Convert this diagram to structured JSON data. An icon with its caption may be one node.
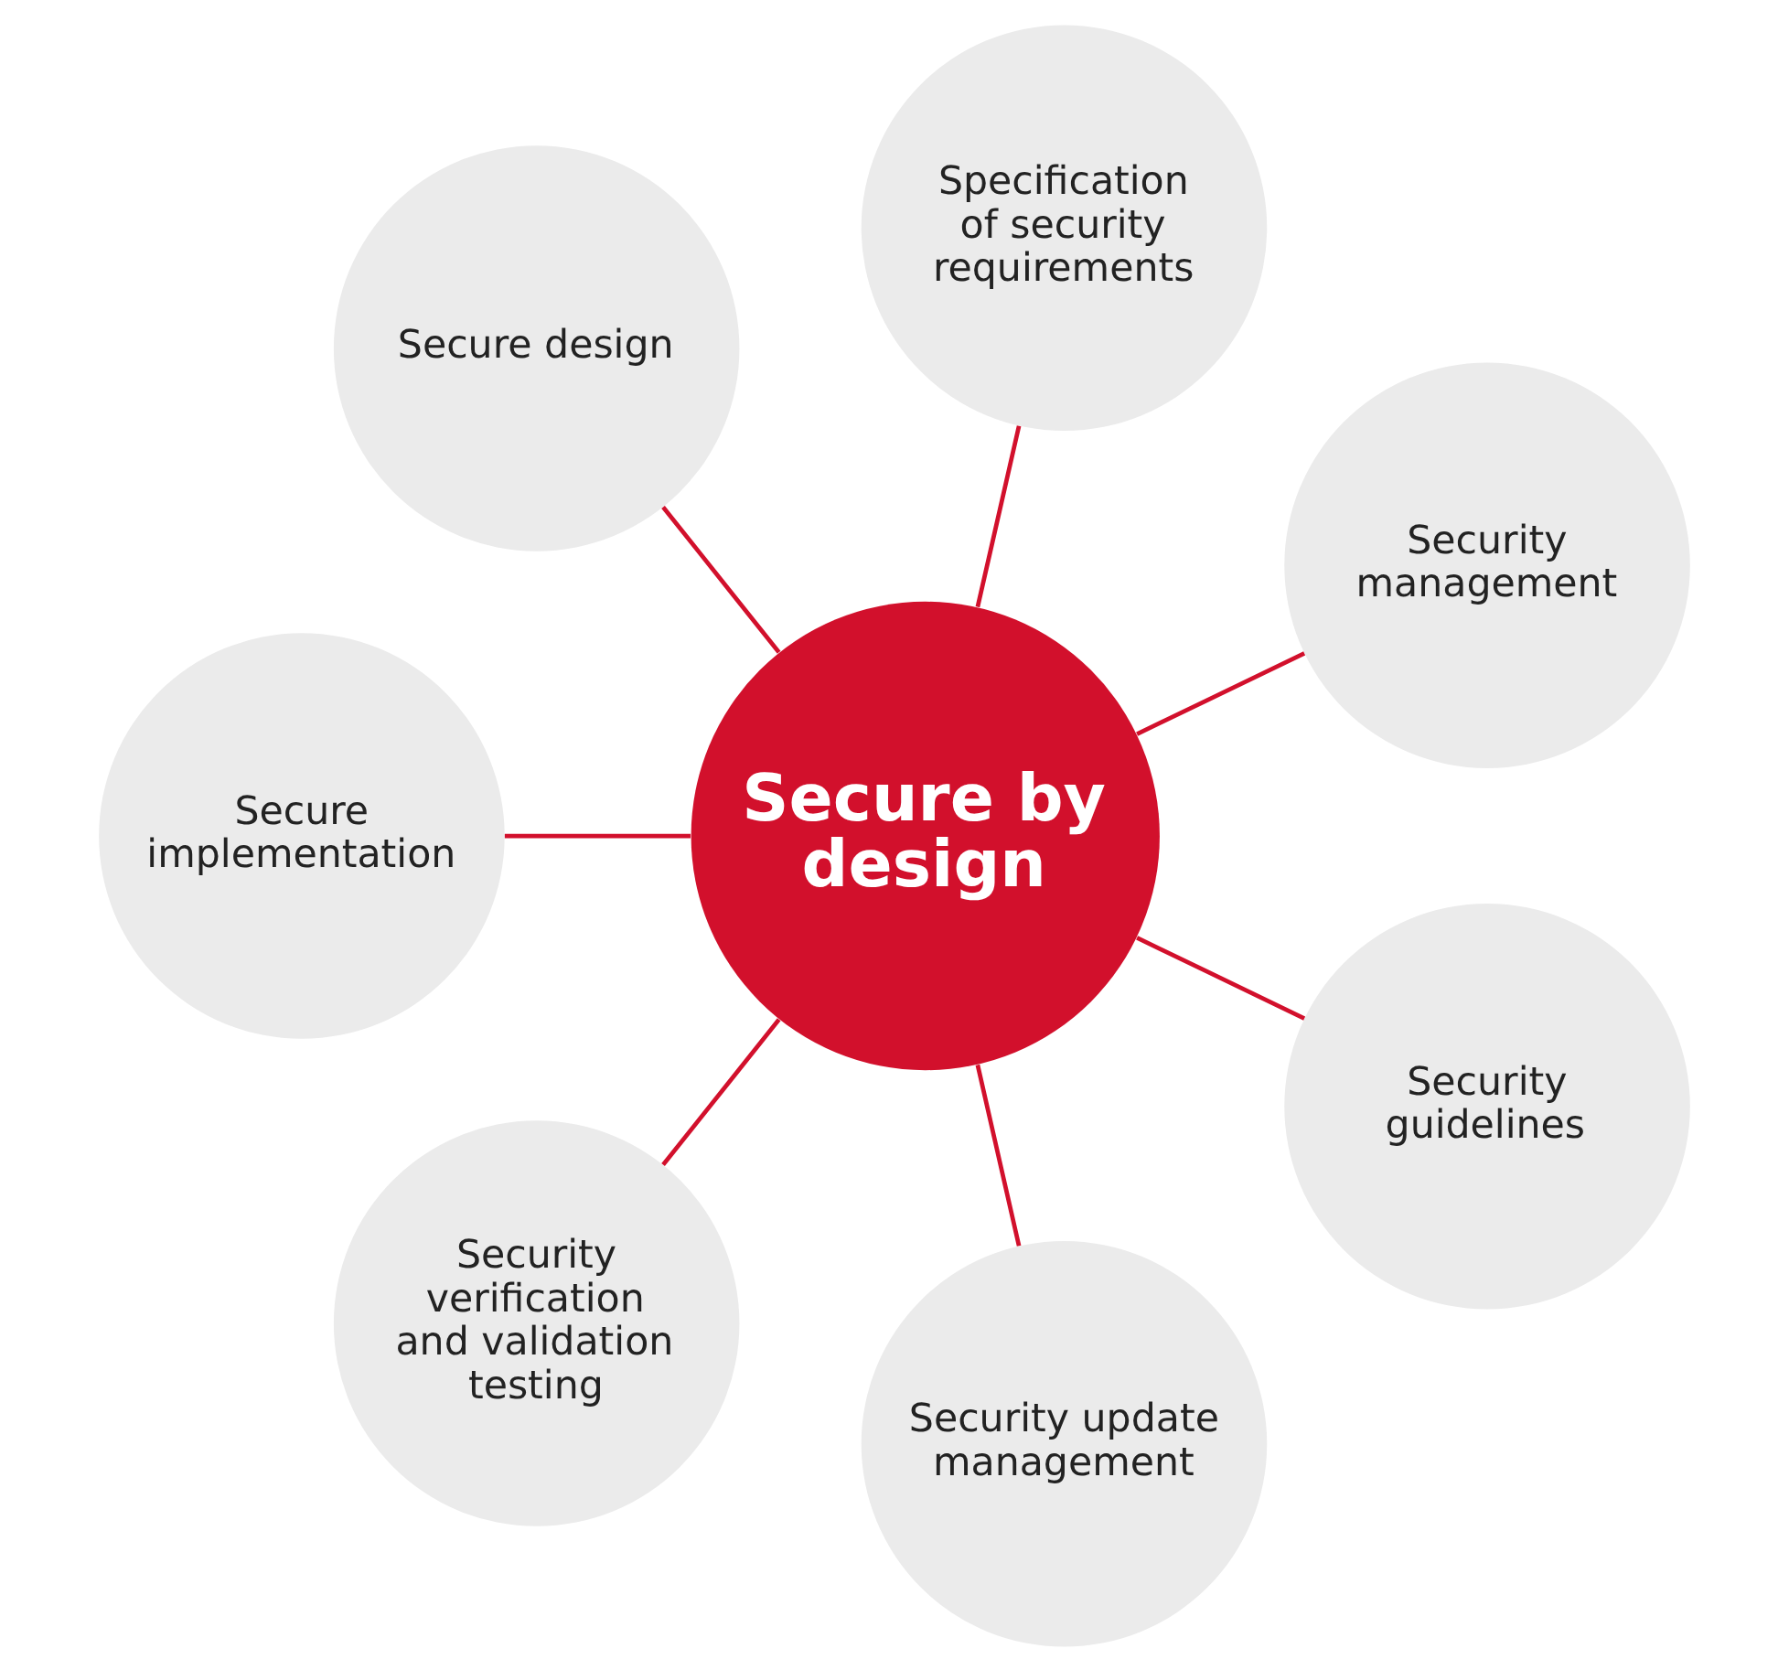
{
  "diagram": {
    "nodes": [
      {
        "text": [
          "Secure by design"
        ]
      },
      {
        "text": [
          "Security management"
        ]
      },
      {
        "text": [
          "Specification of security requirements"
        ]
      },
      {
        "text": [
          "Secure design"
        ]
      },
      {
        "text": [
          "Secure implementation"
        ]
      },
      {
        "text": [
          "Security verification and validation testing"
        ]
      },
      {
        "text": [
          "Security update management"
        ]
      },
      {
        "text": [
          "Security guidelines"
        ]
      }
    ],
    "edges": [
      {
        "from": 0,
        "to": 1,
        "arrow": "none"
      },
      {
        "from": 0,
        "to": 2,
        "arrow": "none"
      },
      {
        "from": 0,
        "to": 3,
        "arrow": "none"
      },
      {
        "from": 0,
        "to": 4,
        "arrow": "none"
      },
      {
        "from": 0,
        "to": 5,
        "arrow": "none"
      },
      {
        "from": 0,
        "to": 6,
        "arrow": "none"
      },
      {
        "from": 0,
        "to": 7,
        "arrow": "none"
      }
    ]
  }
}
